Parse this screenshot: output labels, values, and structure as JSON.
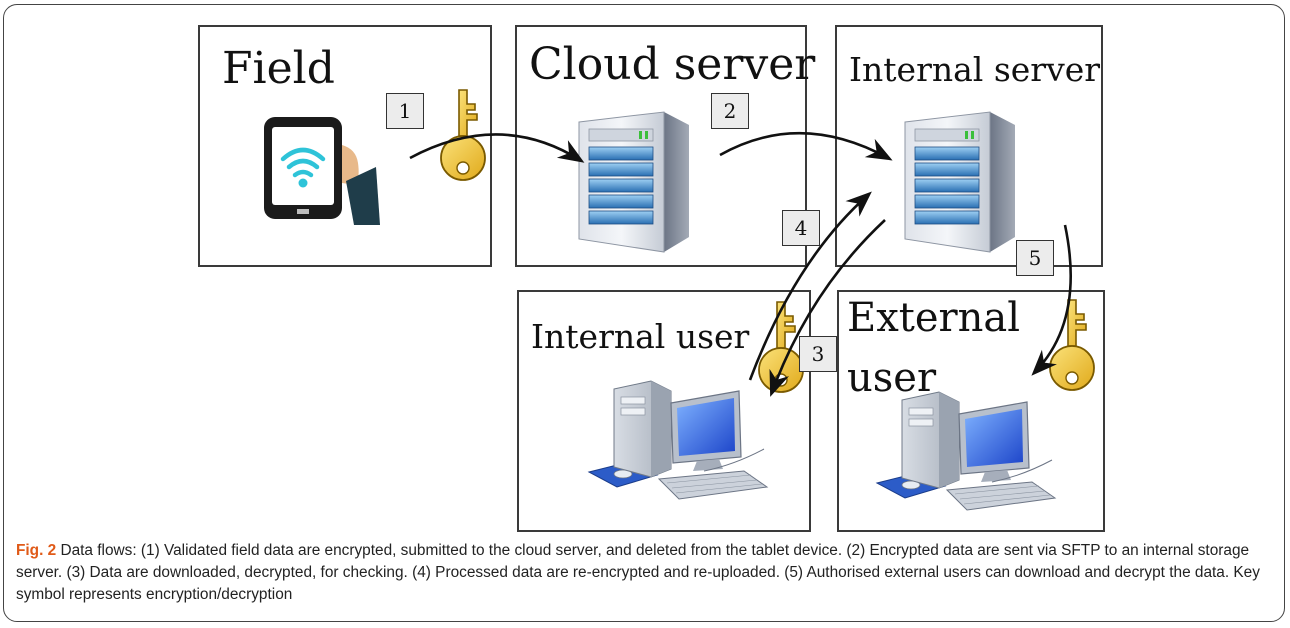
{
  "panels": {
    "field": "Field",
    "cloud": "Cloud server",
    "internal_server": "Internal server",
    "internal_user": "Internal user",
    "external_user_line1": "External",
    "external_user_line2": "user"
  },
  "steps": [
    "1",
    "2",
    "3",
    "4",
    "5"
  ],
  "caption": {
    "fig_label": "Fig. 2",
    "text": " Data flows: (1) Validated field data are encrypted, submitted to the cloud server, and deleted from the tablet device. (2) Encrypted data are sent via SFTP to an internal storage server. (3) Data are downloaded, decrypted, for checking. (4) Processed data are re-encrypted and re-uploaded. (5) Authorised external users can download and decrypt the data. Key symbol represents encryption/decryption"
  },
  "icons": {
    "tablet": "tablet-wifi-icon",
    "server": "server-tower-icon",
    "computer": "desktop-computer-icon",
    "key": "key-icon"
  },
  "colors": {
    "key_fill": "#f3c93a",
    "server_blue": "#3d86c8",
    "wifi": "#2ec3d8",
    "caption_label": "#e05a18"
  }
}
